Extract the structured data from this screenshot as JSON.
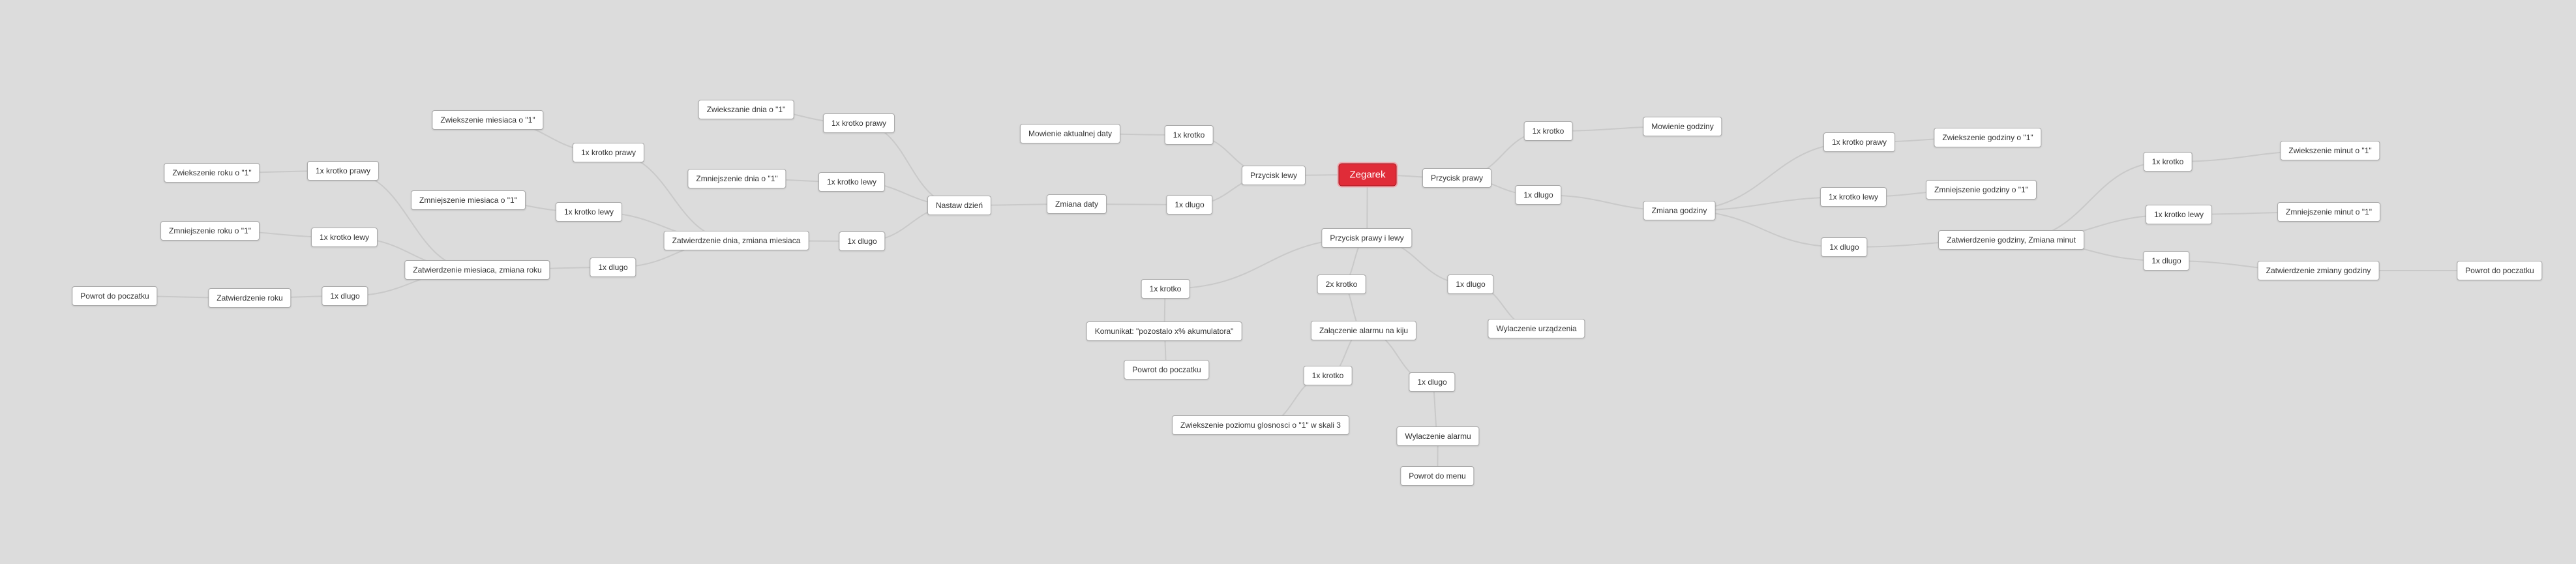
{
  "root": "Zegarek",
  "nodes": {
    "root": "Zegarek",
    "przycisk-lewy": "Przycisk lewy",
    "pl-krotko": "1x krotko",
    "mowienie-daty": "Mowienie aktualnej daty",
    "pl-dlugo": "1x dlugo",
    "zmiana-daty": "Zmiana daty",
    "nastaw-dzien": "Nastaw dzień",
    "nd-krotko-prawy": "1x krotko prawy",
    "zwieksz-dnia": "Zwiekszanie dnia o \"1\"",
    "nd-krotko-lewy": "1x krotko lewy",
    "zmniejsz-dnia": "Zmniejszenie dnia o \"1\"",
    "nd-dlugo": "1x dlugo",
    "zatw-dnia": "Zatwierdzenie dnia, zmiana miesiaca",
    "zd-krotko-prawy": "1x krotko prawy",
    "zwieksz-miesiaca": "Zwiekszenie miesiaca o \"1\"",
    "zd-krotko-lewy": "1x krotko lewy",
    "zmniejsz-miesiaca": "Zmniejszenie miesiaca o \"1\"",
    "zd-dlugo": "1x dlugo",
    "zatw-miesiaca": "Zatwierdzenie miesiaca, zmiana roku",
    "zm-krotko-prawy": "1x krotko prawy",
    "zwieksz-roku": "Zwiekszenie roku o \"1\"",
    "zm-krotko-lewy": "1x krotko lewy",
    "zmniejsz-roku": "Zmniejszenie roku o \"1\"",
    "zm-dlugo": "1x dlugo",
    "zatw-roku": "Zatwierdzenie roku",
    "powrot-rok": "Powrot do poczatku",
    "przycisk-prawy": "Przycisk prawy",
    "pp-krotko": "1x krotko",
    "mowienie-godziny": "Mowienie godziny",
    "pp-dlugo": "1x dlugo",
    "zmiana-godziny": "Zmiana godziny",
    "zg-krotko-prawy": "1x krotko prawy",
    "zwieksz-godziny": "Zwiekszenie godziny o \"1\"",
    "zg-krotko-lewy": "1x krotko lewy",
    "zmniejsz-godziny": "Zmniejszenie godziny o \"1\"",
    "zg-dlugo": "1x dlugo",
    "zatw-godziny": "Zatwierdzenie godziny, Zmiana minut",
    "zmin-krotko": "1x krotko",
    "zwieksz-minut": "Zwiekszenie minut o \"1\"",
    "zmin-krotko-lewy": "1x krotko lewy",
    "zmniejsz-minut": "Zmniejszenie minut o \"1\"",
    "zmin-dlugo": "1x dlugo",
    "zatw-zmiany": "Zatwierdzenie zmiany godziny",
    "powrot-godz": "Powrot do poczatku",
    "przycisk-obu": "Przycisk prawy i lewy",
    "po-krotko": "1x krotko",
    "komunikat": "Komunikat: \"pozostalo x% akumulatora\"",
    "powrot-kom": "Powrot do poczatku",
    "po-2x-krotko": "2x krotko",
    "zalaczenie-alarmu": "Załączenie alarmu na kiju",
    "za-krotko": "1x krotko",
    "zwieksz-glosnosci": "Zwiekszenie poziomu glosnosci o \"1\" w skali 3",
    "za-dlugo": "1x dlugo",
    "wylaczenie-alarmu": "Wylaczenie alarmu",
    "powrot-menu": "Powrot do menu",
    "po-dlugo": "1x dlugo",
    "wylaczenie-urzadzenia": "Wylaczenie urządzenia"
  },
  "edges": [
    [
      "root",
      "przycisk-lewy"
    ],
    [
      "przycisk-lewy",
      "pl-krotko"
    ],
    [
      "pl-krotko",
      "mowienie-daty"
    ],
    [
      "przycisk-lewy",
      "pl-dlugo"
    ],
    [
      "pl-dlugo",
      "zmiana-daty"
    ],
    [
      "zmiana-daty",
      "nastaw-dzien"
    ],
    [
      "nastaw-dzien",
      "nd-krotko-prawy"
    ],
    [
      "nd-krotko-prawy",
      "zwieksz-dnia"
    ],
    [
      "nastaw-dzien",
      "nd-krotko-lewy"
    ],
    [
      "nd-krotko-lewy",
      "zmniejsz-dnia"
    ],
    [
      "nastaw-dzien",
      "nd-dlugo"
    ],
    [
      "nd-dlugo",
      "zatw-dnia"
    ],
    [
      "zatw-dnia",
      "zd-krotko-prawy"
    ],
    [
      "zd-krotko-prawy",
      "zwieksz-miesiaca"
    ],
    [
      "zatw-dnia",
      "zd-krotko-lewy"
    ],
    [
      "zd-krotko-lewy",
      "zmniejsz-miesiaca"
    ],
    [
      "zatw-dnia",
      "zd-dlugo"
    ],
    [
      "zd-dlugo",
      "zatw-miesiaca"
    ],
    [
      "zatw-miesiaca",
      "zm-krotko-prawy"
    ],
    [
      "zm-krotko-prawy",
      "zwieksz-roku"
    ],
    [
      "zatw-miesiaca",
      "zm-krotko-lewy"
    ],
    [
      "zm-krotko-lewy",
      "zmniejsz-roku"
    ],
    [
      "zatw-miesiaca",
      "zm-dlugo"
    ],
    [
      "zm-dlugo",
      "zatw-roku"
    ],
    [
      "zatw-roku",
      "powrot-rok"
    ],
    [
      "root",
      "przycisk-prawy"
    ],
    [
      "przycisk-prawy",
      "pp-krotko"
    ],
    [
      "pp-krotko",
      "mowienie-godziny"
    ],
    [
      "przycisk-prawy",
      "pp-dlugo"
    ],
    [
      "pp-dlugo",
      "zmiana-godziny"
    ],
    [
      "zmiana-godziny",
      "zg-krotko-prawy"
    ],
    [
      "zg-krotko-prawy",
      "zwieksz-godziny"
    ],
    [
      "zmiana-godziny",
      "zg-krotko-lewy"
    ],
    [
      "zg-krotko-lewy",
      "zmniejsz-godziny"
    ],
    [
      "zmiana-godziny",
      "zg-dlugo"
    ],
    [
      "zg-dlugo",
      "zatw-godziny"
    ],
    [
      "zatw-godziny",
      "zmin-krotko"
    ],
    [
      "zmin-krotko",
      "zwieksz-minut"
    ],
    [
      "zatw-godziny",
      "zmin-krotko-lewy"
    ],
    [
      "zmin-krotko-lewy",
      "zmniejsz-minut"
    ],
    [
      "zatw-godziny",
      "zmin-dlugo"
    ],
    [
      "zmin-dlugo",
      "zatw-zmiany"
    ],
    [
      "zatw-zmiany",
      "powrot-godz"
    ],
    [
      "root",
      "przycisk-obu"
    ],
    [
      "przycisk-obu",
      "po-krotko"
    ],
    [
      "po-krotko",
      "komunikat"
    ],
    [
      "komunikat",
      "powrot-kom"
    ],
    [
      "przycisk-obu",
      "po-2x-krotko"
    ],
    [
      "po-2x-krotko",
      "zalaczenie-alarmu"
    ],
    [
      "zalaczenie-alarmu",
      "za-krotko"
    ],
    [
      "za-krotko",
      "zwieksz-glosnosci"
    ],
    [
      "zalaczenie-alarmu",
      "za-dlugo"
    ],
    [
      "za-dlugo",
      "wylaczenie-alarmu"
    ],
    [
      "wylaczenie-alarmu",
      "powrot-menu"
    ],
    [
      "przycisk-obu",
      "po-dlugo"
    ],
    [
      "po-dlugo",
      "wylaczenie-urzadzenia"
    ]
  ],
  "colors": {
    "background": "#dcdcdc",
    "root_fill": "#e02c38",
    "node_fill": "#ffffff",
    "node_border": "#a9a9a9",
    "edge": "#c9c9c9"
  }
}
